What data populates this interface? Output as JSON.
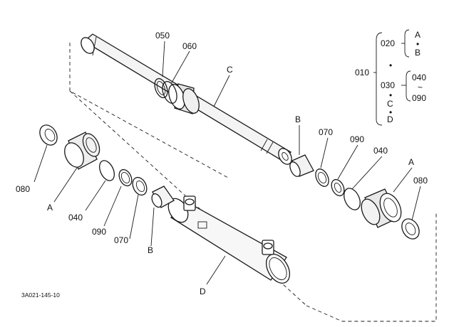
{
  "labels": {
    "p050": "050",
    "p060": "060",
    "C": "C",
    "B": "B",
    "p070": "070",
    "p090": "090",
    "p040": "040",
    "A": "A",
    "p080": "080",
    "D": "D"
  },
  "legend": {
    "root": "010",
    "g1": "020",
    "g1_a": "A",
    "g1_b": "B",
    "g2": "030",
    "g2_c": "C",
    "g2_d": "D",
    "g3_from": "040",
    "g3_to": "090",
    "dot": "•",
    "tilde": "~"
  },
  "caption": "3A021-145-10",
  "colors": {
    "line": "#1a1a1a",
    "background": "#ffffff",
    "shade": "#e8e8e8"
  }
}
